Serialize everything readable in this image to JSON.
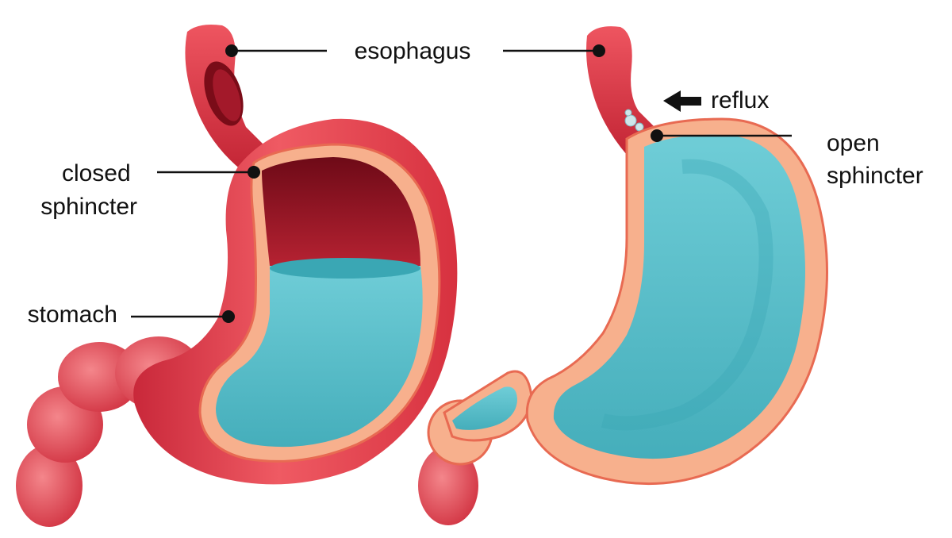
{
  "labels": {
    "esophagus": "esophagus",
    "closed_sphincter": [
      "closed",
      "sphincter"
    ],
    "stomach": "stomach",
    "reflux": "reflux",
    "open_sphincter": [
      "open",
      "sphincter"
    ]
  },
  "colors": {
    "tissue_red": "#e23d4a",
    "tissue_dark": "#b8222f",
    "lining_pink": "#f7b08d",
    "lining_edge": "#e86a52",
    "fluid_teal": "#5ec4cf",
    "fluid_dark": "#37a3b1",
    "cavity_dark": "#8e1220",
    "ink": "#111111"
  }
}
